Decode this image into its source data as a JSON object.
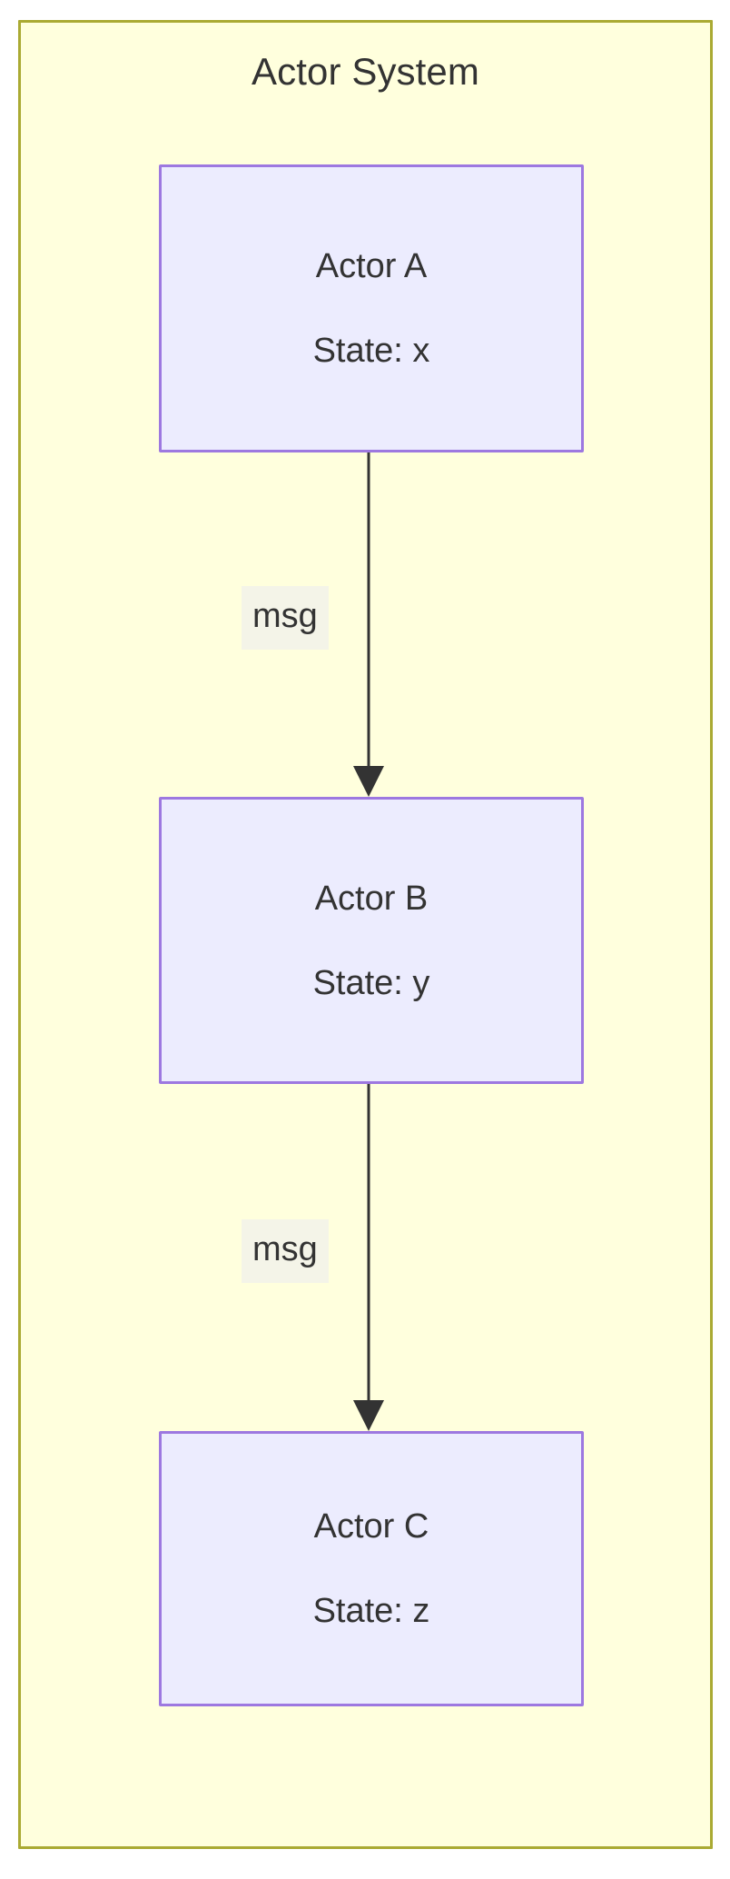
{
  "diagram": {
    "type": "flowchart",
    "title": "Actor System",
    "container": {
      "label": "Actor System",
      "fill_color": "#ffffdd",
      "border_color": "#aaaa33"
    },
    "node_style": {
      "fill_color": "#ececfe",
      "border_color": "#9d78e0",
      "text_color": "#333333"
    },
    "edge_style": {
      "line_color": "#333333",
      "label_background": "#f4f4e8"
    },
    "nodes": [
      {
        "id": "actor-a",
        "name": "Actor A",
        "state": "State: x"
      },
      {
        "id": "actor-b",
        "name": "Actor B",
        "state": "State: y"
      },
      {
        "id": "actor-c",
        "name": "Actor C",
        "state": "State: z"
      }
    ],
    "edges": [
      {
        "id": "edge-ab",
        "from": "actor-a",
        "to": "actor-b",
        "label": "msg"
      },
      {
        "id": "edge-bc",
        "from": "actor-b",
        "to": "actor-c",
        "label": "msg"
      }
    ]
  }
}
